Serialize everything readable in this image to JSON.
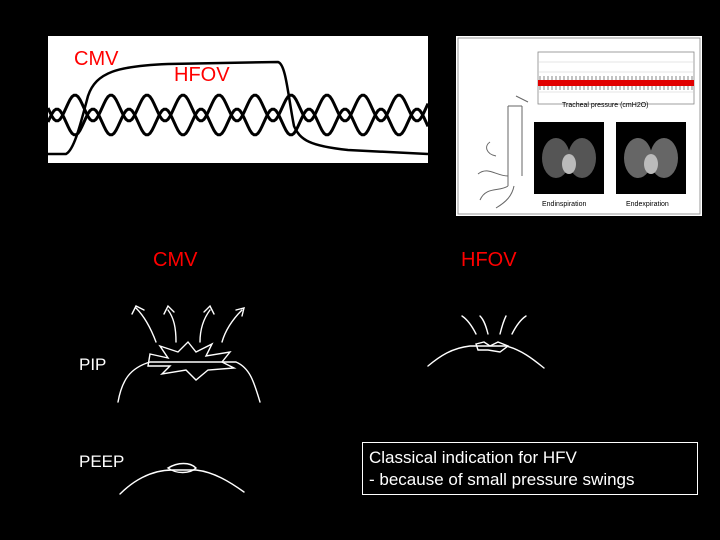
{
  "waveform": {
    "cmv_label": "CMV",
    "hfov_label": "HFOV"
  },
  "ct_panel": {
    "tracheal_label": "Tracheal pressure (cmH2O)",
    "end_inspiration": "Endinspiration",
    "end_expiration": "Endexpiration"
  },
  "diagram": {
    "cmv_heading": "CMV",
    "hfov_heading": "HFOV",
    "pip_label": "PIP",
    "peep_label": "PEEP"
  },
  "note": {
    "line1": "Classical indication for HFV",
    "line2": "- because of small pressure swings"
  },
  "colors": {
    "accent_red": "#ff0000",
    "background": "#000000",
    "text": "#ffffff"
  }
}
